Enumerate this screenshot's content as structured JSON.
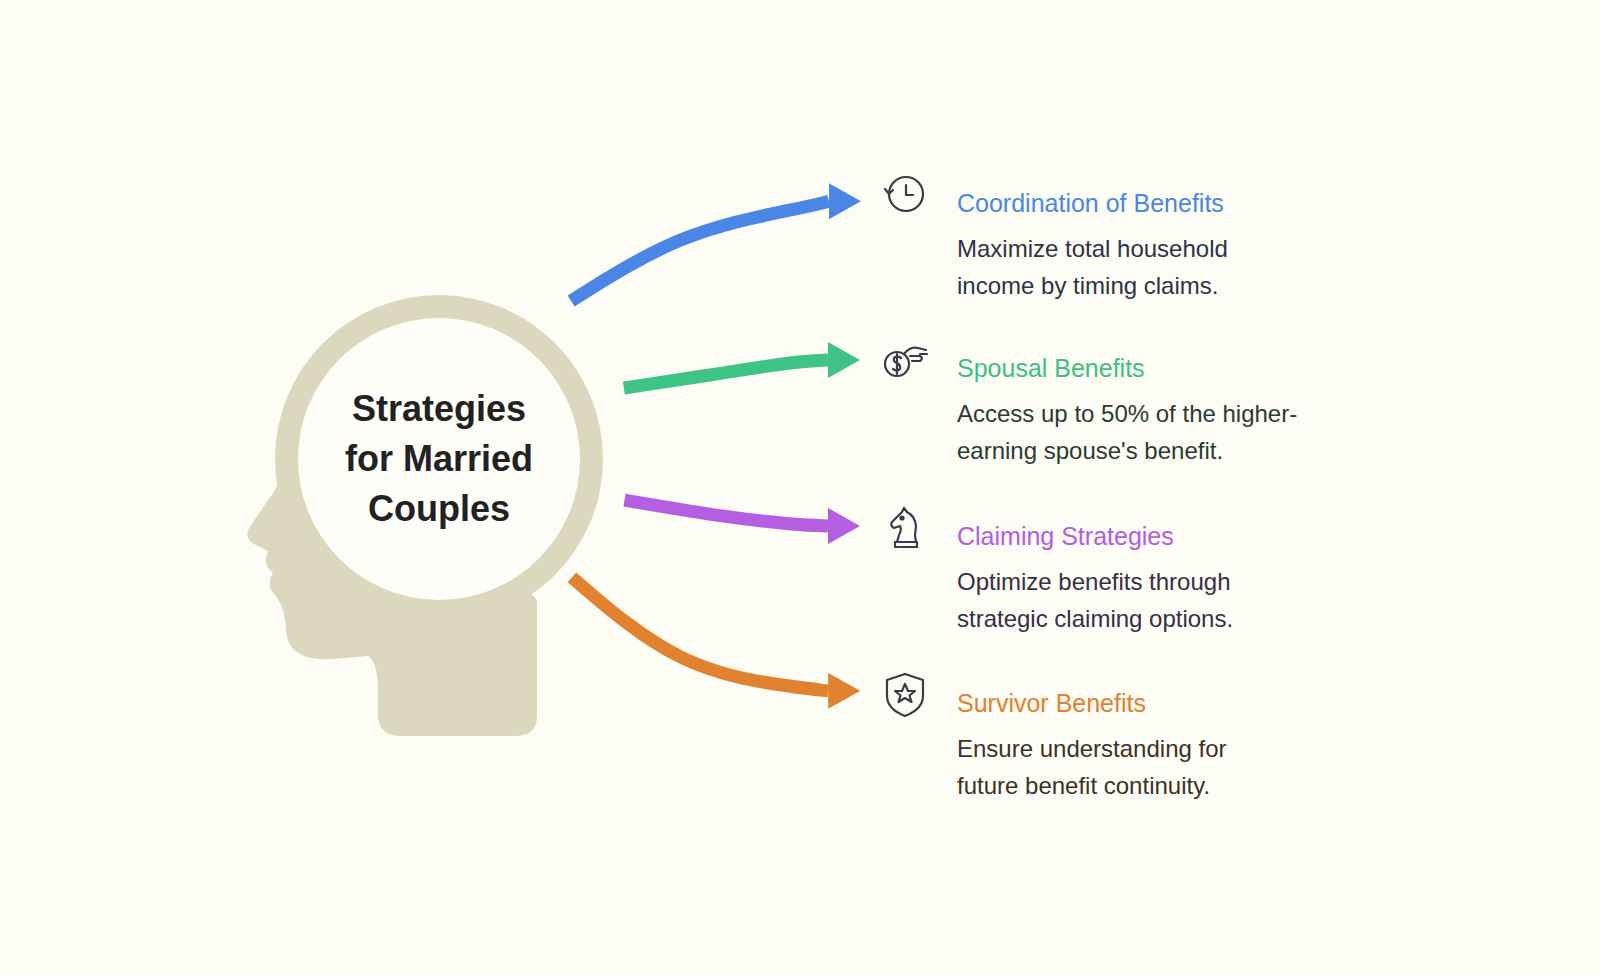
{
  "diagram": {
    "nodes": [
      {
        "text": [
          "Strategies for Married Couples"
        ]
      },
      {
        "text": [
          "Coordination of Benefits",
          "Maximize total household income by timing claims."
        ]
      },
      {
        "text": [
          "Spousal Benefits",
          "Access up to 50% of the higher-earning spouse's benefit."
        ]
      },
      {
        "text": [
          "Claiming Strategies",
          "Optimize benefits through strategic claiming options."
        ]
      },
      {
        "text": [
          "Survivor Benefits",
          "Ensure understanding for future benefit continuity."
        ]
      }
    ],
    "edges": [
      {
        "from": 0,
        "to": 1,
        "arrow": "to"
      },
      {
        "from": 0,
        "to": 2,
        "arrow": "to"
      },
      {
        "from": 0,
        "to": 3,
        "arrow": "to"
      },
      {
        "from": 0,
        "to": 4,
        "arrow": "to"
      }
    ]
  }
}
